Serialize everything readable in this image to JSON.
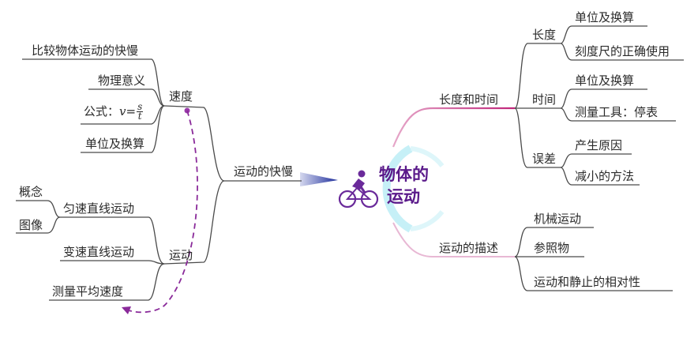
{
  "center": {
    "line1": "物体的",
    "line2": "运动"
  },
  "left": {
    "main": "运动的快慢",
    "speed": {
      "label": "速度",
      "items": [
        "比较物体运动的快慢",
        "物理意义",
        "单位及换算"
      ],
      "formula": {
        "prefix": "公式：",
        "var": "v",
        "eq": "=",
        "num": "s",
        "den": "t"
      }
    },
    "motion": {
      "label": "运动",
      "uniform": "匀速直线运动",
      "uniform_children": [
        "概念",
        "图像"
      ],
      "variable": "变速直线运动",
      "measure": "测量平均速度"
    }
  },
  "right": {
    "length_time": {
      "label": "长度和时间",
      "length": {
        "label": "长度",
        "items": [
          "单位及换算",
          "刻度尺的正确使用"
        ]
      },
      "time": {
        "label": "时间",
        "items": [
          "单位及换算",
          "测量工具：停表"
        ]
      },
      "error": {
        "label": "误差",
        "items": [
          "产生原因",
          "减小的方法"
        ]
      }
    },
    "description": {
      "label": "运动的描述",
      "items": [
        "机械运动",
        "参照物",
        "运动和静止的相对性"
      ]
    }
  },
  "colors": {
    "line": "#4a4a4a",
    "magenta": "#c0267a",
    "purple": "#7a2a9a",
    "center_text": "#5a1a8a",
    "cyan_glow": "#9be3ef",
    "blue_arrow": "#2a3aa8"
  }
}
